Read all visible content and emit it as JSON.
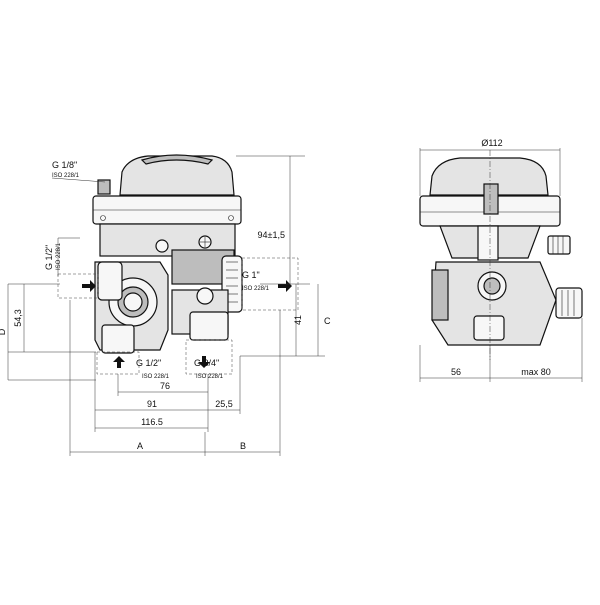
{
  "left_view": {
    "port_top": {
      "thread": "G 1/8\"",
      "standard": "ISO 228/1"
    },
    "port_left": {
      "thread": "G 1/2\"",
      "standard": "ISO 228/1"
    },
    "port_right": {
      "thread": "G 1\"",
      "standard": "ISO 228/1"
    },
    "port_bottom_a": {
      "thread": "G 1/2\"",
      "standard": "ISO 228/1"
    },
    "port_bottom_b": {
      "thread": "G 3/4\"",
      "standard": "ISO 228/1"
    },
    "dim_height": "94±1,5",
    "dim_41": "41",
    "dim_C": "C",
    "dim_54": "54,3",
    "dim_D": "D",
    "dim_76": "76",
    "dim_91": "91",
    "dim_25": "25,5",
    "dim_116": "116.5",
    "dim_A": "A",
    "dim_B": "B"
  },
  "right_view": {
    "dim_diameter": "Ø112",
    "dim_56": "56",
    "dim_max80": "max 80"
  }
}
